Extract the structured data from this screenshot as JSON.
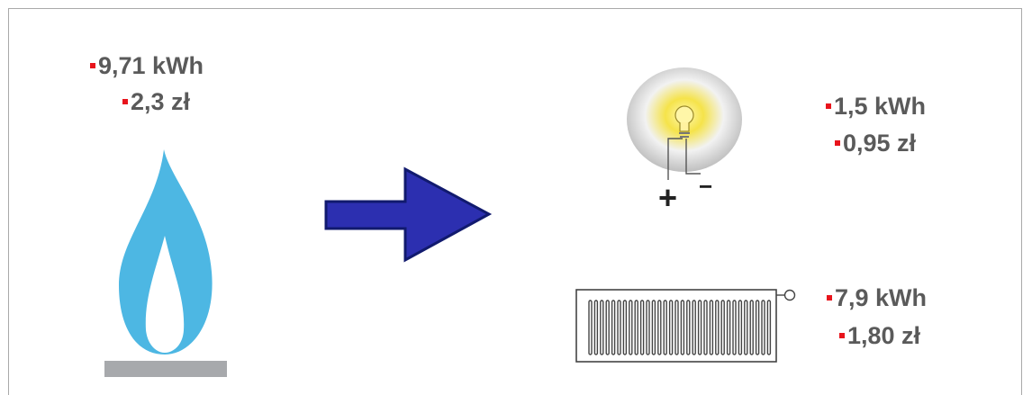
{
  "gas": {
    "energy": "9,71 kWh",
    "cost": "2,3 zł"
  },
  "bulb": {
    "energy": "1,5 kWh",
    "cost": "0,95 zł",
    "plus_sign": "+",
    "minus_sign": "−"
  },
  "radiator": {
    "energy": "7,9 kWh",
    "cost": "1,80 zł"
  },
  "colors": {
    "bullet": "#e8141c",
    "text": "#5a5a5a",
    "flame": "#4db7e3",
    "burner": "#a7a9ac",
    "arrow_fill": "#2c2fb0",
    "arrow_stroke": "#111a6e",
    "bulb_glow": "#f5e34a"
  },
  "icons": [
    "flame-icon",
    "arrow-right-icon",
    "light-bulb-icon",
    "radiator-icon"
  ]
}
